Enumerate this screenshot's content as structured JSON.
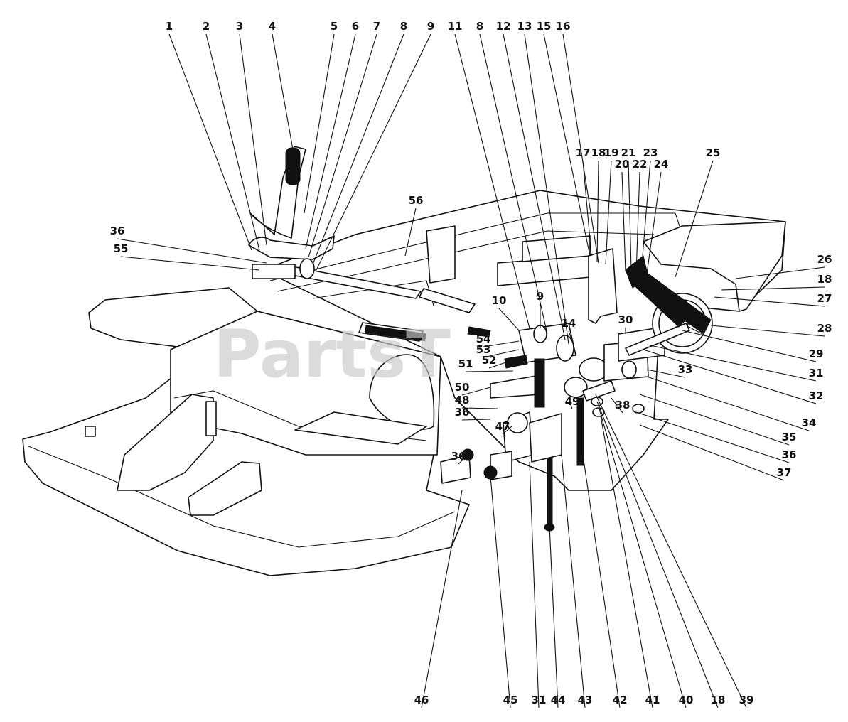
{
  "watermark": "PartsT",
  "labels": [
    {
      "id": "l1",
      "text": "1"
    },
    {
      "id": "l2",
      "text": "2"
    },
    {
      "id": "l3",
      "text": "3"
    },
    {
      "id": "l4",
      "text": "4"
    },
    {
      "id": "l5",
      "text": "5"
    },
    {
      "id": "l6",
      "text": "6"
    },
    {
      "id": "l7",
      "text": "7"
    },
    {
      "id": "l8a",
      "text": "8"
    },
    {
      "id": "l9a",
      "text": "9"
    },
    {
      "id": "l11",
      "text": "11"
    },
    {
      "id": "l8b",
      "text": "8"
    },
    {
      "id": "l12",
      "text": "12"
    },
    {
      "id": "l13",
      "text": "13"
    },
    {
      "id": "l15",
      "text": "15"
    },
    {
      "id": "l16",
      "text": "16"
    },
    {
      "id": "l17",
      "text": "17"
    },
    {
      "id": "l18a",
      "text": "18"
    },
    {
      "id": "l19",
      "text": "19"
    },
    {
      "id": "l20",
      "text": "20"
    },
    {
      "id": "l21",
      "text": "21"
    },
    {
      "id": "l22",
      "text": "22"
    },
    {
      "id": "l23",
      "text": "23"
    },
    {
      "id": "l24",
      "text": "24"
    },
    {
      "id": "l25",
      "text": "25"
    },
    {
      "id": "l26",
      "text": "26"
    },
    {
      "id": "l18b",
      "text": "18"
    },
    {
      "id": "l27",
      "text": "27"
    },
    {
      "id": "l28",
      "text": "28"
    },
    {
      "id": "l29",
      "text": "29"
    },
    {
      "id": "l31a",
      "text": "31"
    },
    {
      "id": "l32",
      "text": "32"
    },
    {
      "id": "l33",
      "text": "33"
    },
    {
      "id": "l34",
      "text": "34"
    },
    {
      "id": "l35",
      "text": "35"
    },
    {
      "id": "l36a",
      "text": "36"
    },
    {
      "id": "l37",
      "text": "37"
    },
    {
      "id": "l56",
      "text": "56"
    },
    {
      "id": "l36b",
      "text": "36"
    },
    {
      "id": "l55",
      "text": "55"
    },
    {
      "id": "l10",
      "text": "10"
    },
    {
      "id": "l9b",
      "text": "9"
    },
    {
      "id": "l14",
      "text": "14"
    },
    {
      "id": "l30",
      "text": "30"
    },
    {
      "id": "l54",
      "text": "54"
    },
    {
      "id": "l53",
      "text": "53"
    },
    {
      "id": "l52",
      "text": "52"
    },
    {
      "id": "l51",
      "text": "51"
    },
    {
      "id": "l50",
      "text": "50"
    },
    {
      "id": "l49",
      "text": "49"
    },
    {
      "id": "l38",
      "text": "38"
    },
    {
      "id": "l48",
      "text": "48"
    },
    {
      "id": "l36c",
      "text": "36"
    },
    {
      "id": "l47",
      "text": "47"
    },
    {
      "id": "l36d",
      "text": "36"
    },
    {
      "id": "l46",
      "text": "46"
    },
    {
      "id": "l45",
      "text": "45"
    },
    {
      "id": "l31b",
      "text": "31"
    },
    {
      "id": "l44",
      "text": "44"
    },
    {
      "id": "l43",
      "text": "43"
    },
    {
      "id": "l42",
      "text": "42"
    },
    {
      "id": "l41",
      "text": "41"
    },
    {
      "id": "l40",
      "text": "40"
    },
    {
      "id": "l18c",
      "text": "18"
    },
    {
      "id": "l39",
      "text": "39"
    }
  ]
}
